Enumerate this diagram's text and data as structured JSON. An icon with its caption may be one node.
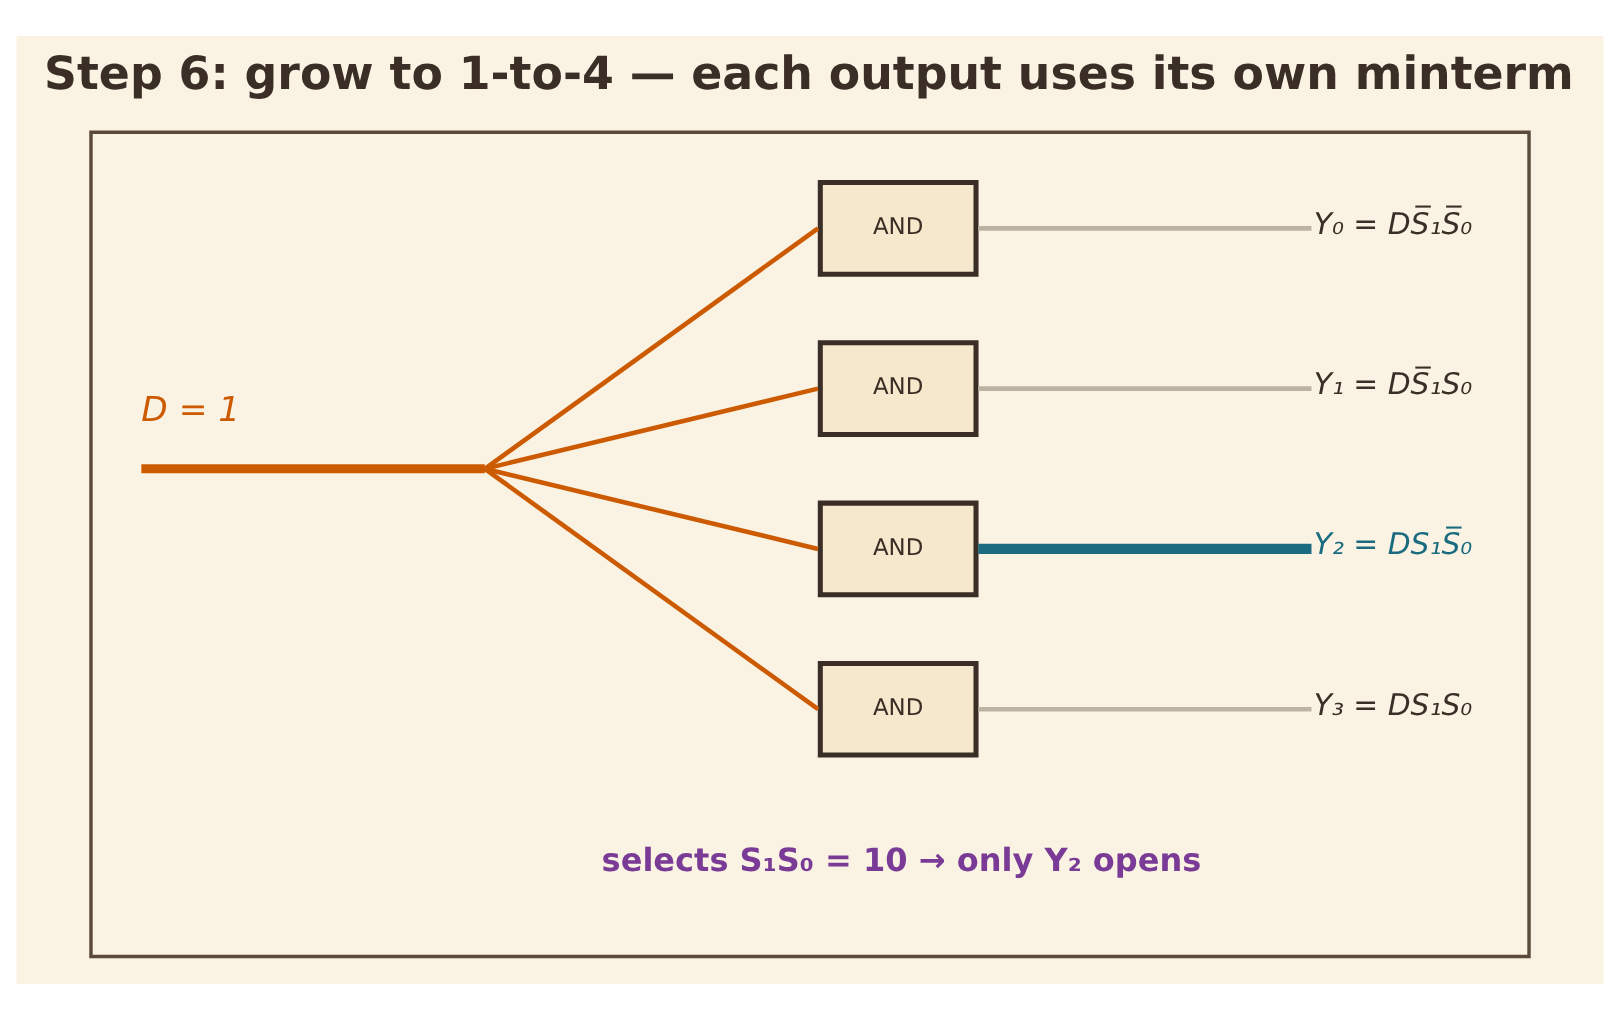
{
  "diagram": {
    "title": "Step 6: grow to 1-to-4 — each output uses its own minterm",
    "nodes": [
      {
        "text": [],
        "shape": "box"
      },
      {
        "text": [
          "D = 1"
        ],
        "in": 0
      },
      {
        "text": [
          "AND"
        ],
        "in": 0
      },
      {
        "text": [
          "AND"
        ],
        "in": 0
      },
      {
        "text": [
          "AND"
        ],
        "in": 0
      },
      {
        "text": [
          "AND"
        ],
        "in": 0
      },
      {
        "text": [
          "Y₀ = DS̅₁S̅₀"
        ],
        "in": 0
      },
      {
        "text": [
          "Y₁ = DS̅₁S₀"
        ],
        "in": 0
      },
      {
        "text": [
          "Y₂ = DS₁S̅₀"
        ],
        "in": 0
      },
      {
        "text": [
          "Y₃ = DS₁S₀"
        ],
        "in": 0
      }
    ],
    "edges": [
      {
        "from": 1,
        "to": 2,
        "arrow": "none",
        "color": "#cc5a00"
      },
      {
        "from": 1,
        "to": 3,
        "arrow": "none",
        "color": "#cc5a00"
      },
      {
        "from": 1,
        "to": 4,
        "arrow": "none",
        "color": "#cc5a00"
      },
      {
        "from": 1,
        "to": 5,
        "arrow": "none",
        "color": "#cc5a00"
      },
      {
        "from": 2,
        "to": 6,
        "arrow": "none",
        "color": "#bdb3a2"
      },
      {
        "from": 3,
        "to": 7,
        "arrow": "none",
        "color": "#bdb3a2"
      },
      {
        "from": 4,
        "to": 8,
        "arrow": "none",
        "style": "thick",
        "color": "#1a6b80"
      },
      {
        "from": 5,
        "to": 9,
        "arrow": "none",
        "color": "#bdb3a2"
      }
    ],
    "labels": [
      "selects S₁S₀ = 10 → only Y₂ opens"
    ]
  }
}
